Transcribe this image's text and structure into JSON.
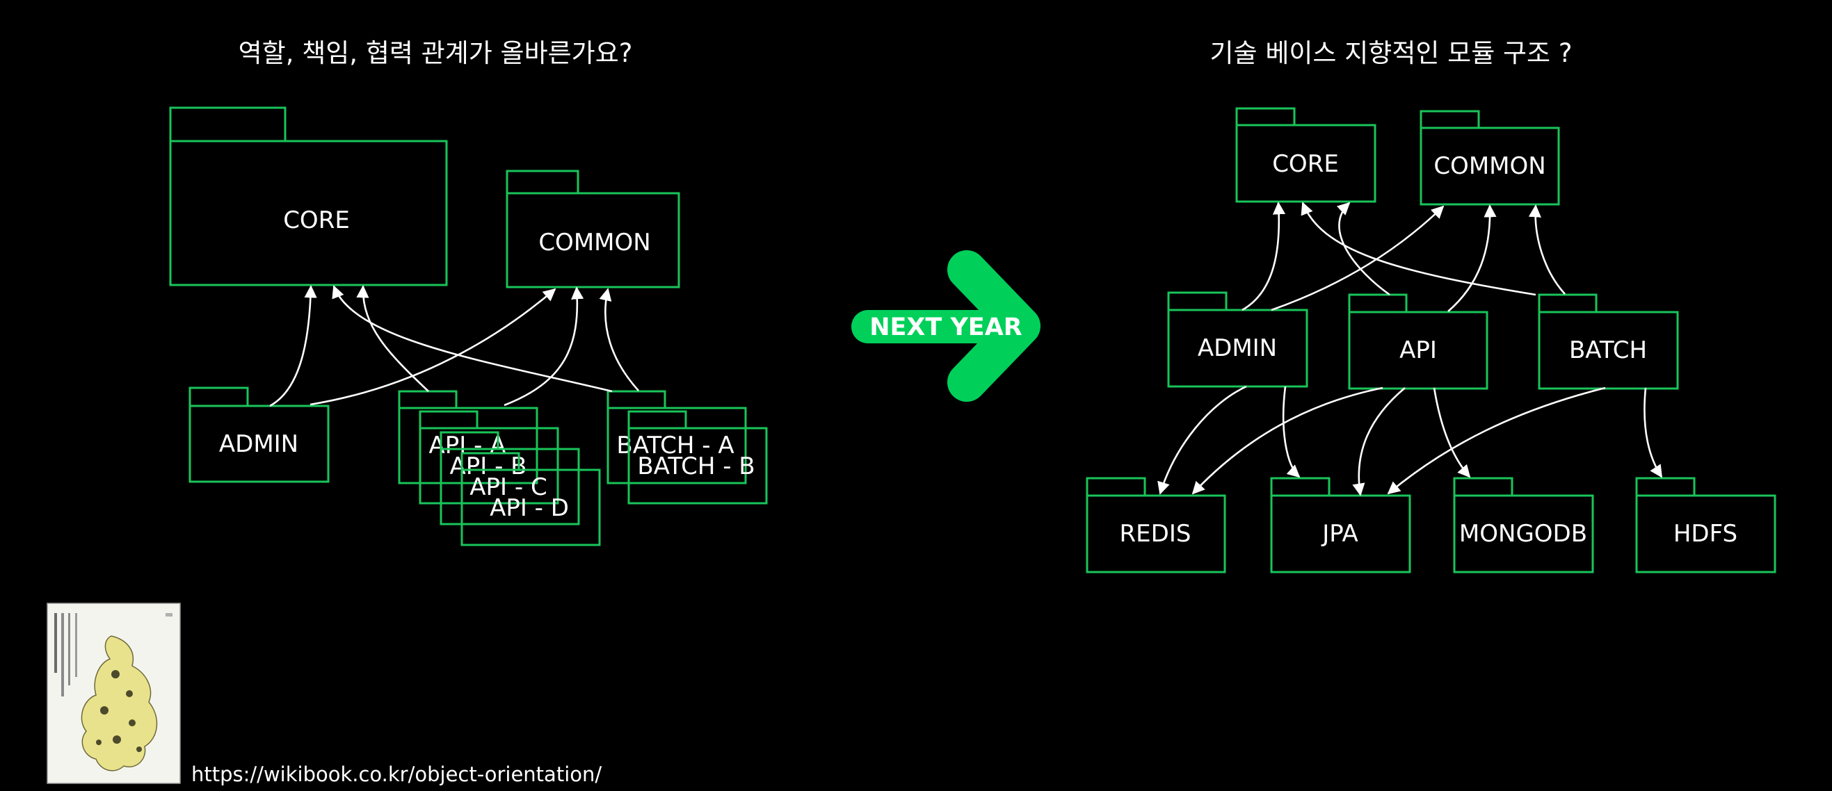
{
  "left": {
    "title": "역할, 책임, 협력 관계가 올바른가요?",
    "core": "CORE",
    "common": "COMMON",
    "admin": "ADMIN",
    "api_a": "API - A",
    "api_b": "API - B",
    "api_c": "API - C",
    "api_d": "API - D",
    "batch_a": "BATCH - A",
    "batch_b": "BATCH - B"
  },
  "transition": {
    "label": "NEXT YEAR",
    "color": "#00d05a"
  },
  "right": {
    "title": "기술 베이스 지향적인 모듈 구조 ?",
    "core": "CORE",
    "common": "COMMON",
    "admin": "ADMIN",
    "api": "API",
    "batch": "BATCH",
    "redis": "REDIS",
    "jpa": "JPA",
    "mongodb": "MONGODB",
    "hdfs": "HDFS"
  },
  "reference": {
    "url": "https://wikibook.co.kr/object-orientation/"
  },
  "colors": {
    "background": "#000000",
    "package_stroke": "#19c45a",
    "text": "#ffffff"
  }
}
